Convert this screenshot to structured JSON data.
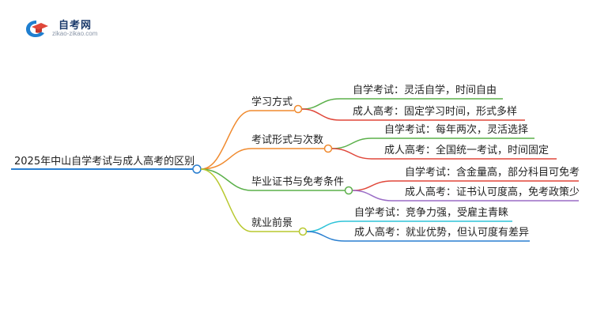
{
  "logo": {
    "title": "自考网",
    "url": "zikao-zikao.com"
  },
  "root": {
    "label": "2025年中山自学考试与成人高考的区别"
  },
  "branches": [
    {
      "label": "学习方式",
      "color": "#f08a2e",
      "children": [
        {
          "label": "自学考试：灵活自学，时间自由",
          "color": "#5bb04a"
        },
        {
          "label": "成人高考：固定学习时间，形式多样",
          "color": "#e0473a"
        }
      ]
    },
    {
      "label": "考试形式与次数",
      "color": "#f08a2e",
      "children": [
        {
          "label": "自学考试：每年两次，灵活选择",
          "color": "#5bb04a"
        },
        {
          "label": "成人高考：全国统一考试，时间固定",
          "color": "#e0473a"
        }
      ]
    },
    {
      "label": "毕业证书与免考条件",
      "color": "#5bb04a",
      "children": [
        {
          "label": "自学考试：含金量高，部分科目可免考",
          "color": "#e0473a"
        },
        {
          "label": "成人高考：证书认可度高，免考政策少",
          "color": "#9a6cc6"
        }
      ]
    },
    {
      "label": "就业前景",
      "color": "#b8c82e",
      "children": [
        {
          "label": "自学考试：竞争力强，受雇主青睐",
          "color": "#2ec3d8"
        },
        {
          "label": "成人高考：就业优势，但认可度有差异",
          "color": "#2a7fd0"
        }
      ]
    }
  ]
}
